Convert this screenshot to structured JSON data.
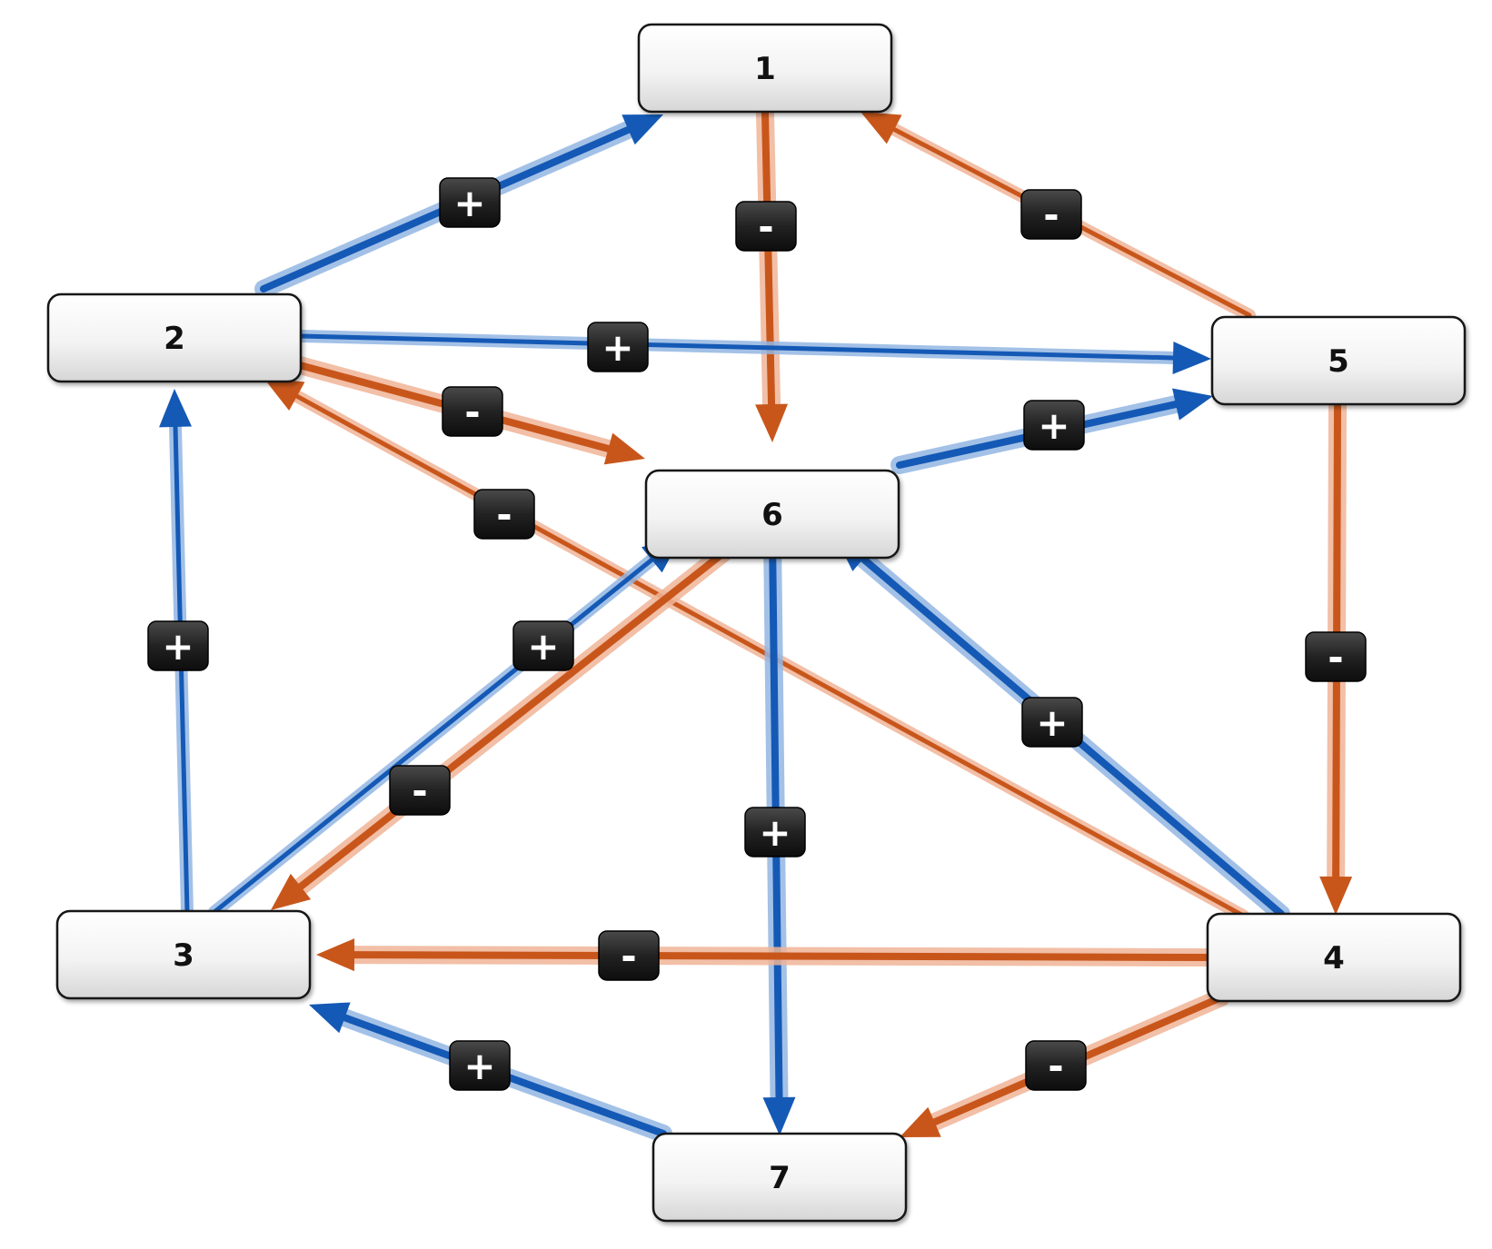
{
  "colors": {
    "positive": "#1459b5",
    "positive_glow": "#94b7e3",
    "negative": "#c8561b",
    "negative_glow": "#f0b598",
    "badge": "#1e1e1e",
    "node_border": "#141414"
  },
  "nodes": [
    {
      "id": "1",
      "label": "1"
    },
    {
      "id": "2",
      "label": "2"
    },
    {
      "id": "3",
      "label": "3"
    },
    {
      "id": "4",
      "label": "4"
    },
    {
      "id": "5",
      "label": "5"
    },
    {
      "id": "6",
      "label": "6"
    },
    {
      "id": "7",
      "label": "7"
    }
  ],
  "edges": [
    {
      "id": "e2-1",
      "from": "2",
      "to": "1",
      "sign": "+",
      "label": "+",
      "bold": true
    },
    {
      "id": "e1-6",
      "from": "1",
      "to": "6",
      "sign": "-",
      "label": "-",
      "bold": true
    },
    {
      "id": "e5-1",
      "from": "5",
      "to": "1",
      "sign": "-",
      "label": "-",
      "bold": false
    },
    {
      "id": "e2-5",
      "from": "2",
      "to": "5",
      "sign": "+",
      "label": "+",
      "bold": false
    },
    {
      "id": "e2-6",
      "from": "2",
      "to": "6",
      "sign": "-",
      "label": "-",
      "bold": true
    },
    {
      "id": "e6-5",
      "from": "6",
      "to": "5",
      "sign": "+",
      "label": "+",
      "bold": true
    },
    {
      "id": "e4-2",
      "from": "4",
      "to": "2",
      "sign": "-",
      "label": "-",
      "bold": false
    },
    {
      "id": "e3-2",
      "from": "3",
      "to": "2",
      "sign": "+",
      "label": "+",
      "bold": false
    },
    {
      "id": "e3-6",
      "from": "3",
      "to": "6",
      "sign": "+",
      "label": "+",
      "bold": false
    },
    {
      "id": "e6-3",
      "from": "6",
      "to": "3",
      "sign": "-",
      "label": "-",
      "bold": true
    },
    {
      "id": "e6-7",
      "from": "6",
      "to": "7",
      "sign": "+",
      "label": "+",
      "bold": true
    },
    {
      "id": "e4-6",
      "from": "4",
      "to": "6",
      "sign": "+",
      "label": "+",
      "bold": true
    },
    {
      "id": "e5-4",
      "from": "5",
      "to": "4",
      "sign": "-",
      "label": "-",
      "bold": true
    },
    {
      "id": "e4-3",
      "from": "4",
      "to": "3",
      "sign": "-",
      "label": "-",
      "bold": true
    },
    {
      "id": "e7-3",
      "from": "7",
      "to": "3",
      "sign": "+",
      "label": "+",
      "bold": true
    },
    {
      "id": "e4-7",
      "from": "4",
      "to": "7",
      "sign": "-",
      "label": "-",
      "bold": true
    }
  ]
}
